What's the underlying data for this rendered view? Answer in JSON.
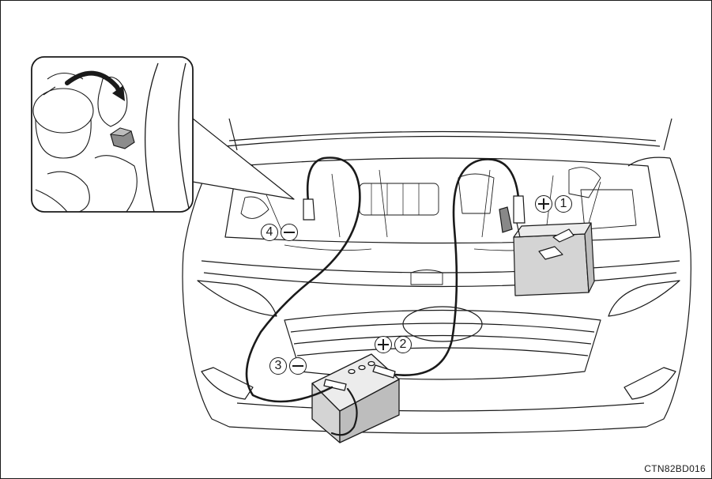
{
  "figure_code": "CTN82BD016",
  "steps": [
    {
      "number": "1",
      "polarity": "positive"
    },
    {
      "number": "2",
      "polarity": "positive"
    },
    {
      "number": "3",
      "polarity": "negative"
    },
    {
      "number": "4",
      "polarity": "negative"
    }
  ],
  "colors": {
    "line": "#1a1a1a",
    "battery_fill": "#d4d4d4",
    "cable": "#1a1a1a"
  },
  "icons": [
    "plus-symbol-icon",
    "minus-symbol-icon",
    "arrow-icon"
  ]
}
